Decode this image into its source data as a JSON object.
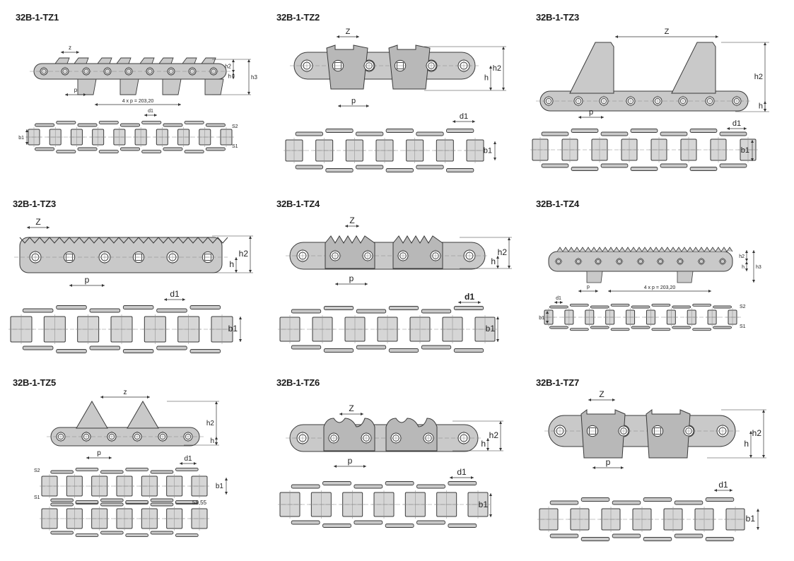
{
  "panels": [
    {
      "title": "32B-1-TZ1",
      "top": {
        "dims": {
          "z": "z",
          "h2": "h2",
          "h": "h",
          "h3": "h3",
          "p": "p",
          "span": "4 x p = 203,20"
        }
      },
      "bottom": {
        "dims": {
          "d1": "d1",
          "b1": "b1",
          "s2": "S2",
          "s1": "S1"
        }
      }
    },
    {
      "title": "32B-1-TZ2",
      "top": {
        "dims": {
          "z": "Z",
          "h2": "h2",
          "h": "h",
          "p": "p"
        }
      },
      "bottom": {
        "dims": {
          "d1": "d1",
          "b1": "b1"
        }
      }
    },
    {
      "title": "32B-1-TZ3",
      "top": {
        "dims": {
          "z": "Z",
          "h2": "h2",
          "h": "h",
          "p": "p"
        }
      },
      "bottom": {
        "dims": {
          "d1": "d1",
          "b1": "b1"
        }
      }
    },
    {
      "title": "32B-1-TZ3",
      "top": {
        "dims": {
          "z": "Z",
          "h2": "h2",
          "h": "h",
          "p": "p"
        }
      },
      "bottom": {
        "dims": {
          "d1": "d1",
          "b1": "b1"
        }
      }
    },
    {
      "title": "32B-1-TZ4",
      "top": {
        "dims": {
          "z": "Z",
          "h2": "h2",
          "h": "h",
          "p": "p"
        }
      },
      "bottom": {
        "dims": {
          "d1": "d1",
          "b1": "b1"
        }
      }
    },
    {
      "title": "32B-1-TZ4",
      "top": {
        "dims": {
          "h2": "h2",
          "h": "h",
          "h3": "h3",
          "p": "p",
          "span": "4 x p = 203,20"
        }
      },
      "bottom": {
        "dims": {
          "d1": "d1",
          "b1": "b1",
          "s2": "S2",
          "s1": "S1"
        }
      }
    },
    {
      "title": "32B-1-TZ5",
      "top": {
        "dims": {
          "z": "z",
          "h2": "h2",
          "h": "h",
          "p": "p"
        }
      },
      "bottom": {
        "dims": {
          "d1": "d1",
          "b1": "b1",
          "s2": "S2",
          "s1": "S1",
          "extra": "58,55"
        }
      }
    },
    {
      "title": "32B-1-TZ6",
      "top": {
        "dims": {
          "z": "Z",
          "h2": "h2",
          "h": "h",
          "p": "p"
        }
      },
      "bottom": {
        "dims": {
          "d1": "d1",
          "b1": "b1"
        }
      }
    },
    {
      "title": "32B-1-TZ7",
      "top": {
        "dims": {
          "z": "Z",
          "h2": "h2",
          "h": "h",
          "p": "p"
        }
      },
      "bottom": {
        "dims": {
          "d1": "d1",
          "b1": "b1"
        }
      }
    }
  ],
  "colors": {
    "plate": "#c9c9c9",
    "plate_dark": "#b8b8b8",
    "line": "#3a3a3a",
    "roller": "#d6d6d6",
    "dim": "#333333",
    "center": "#888888"
  }
}
